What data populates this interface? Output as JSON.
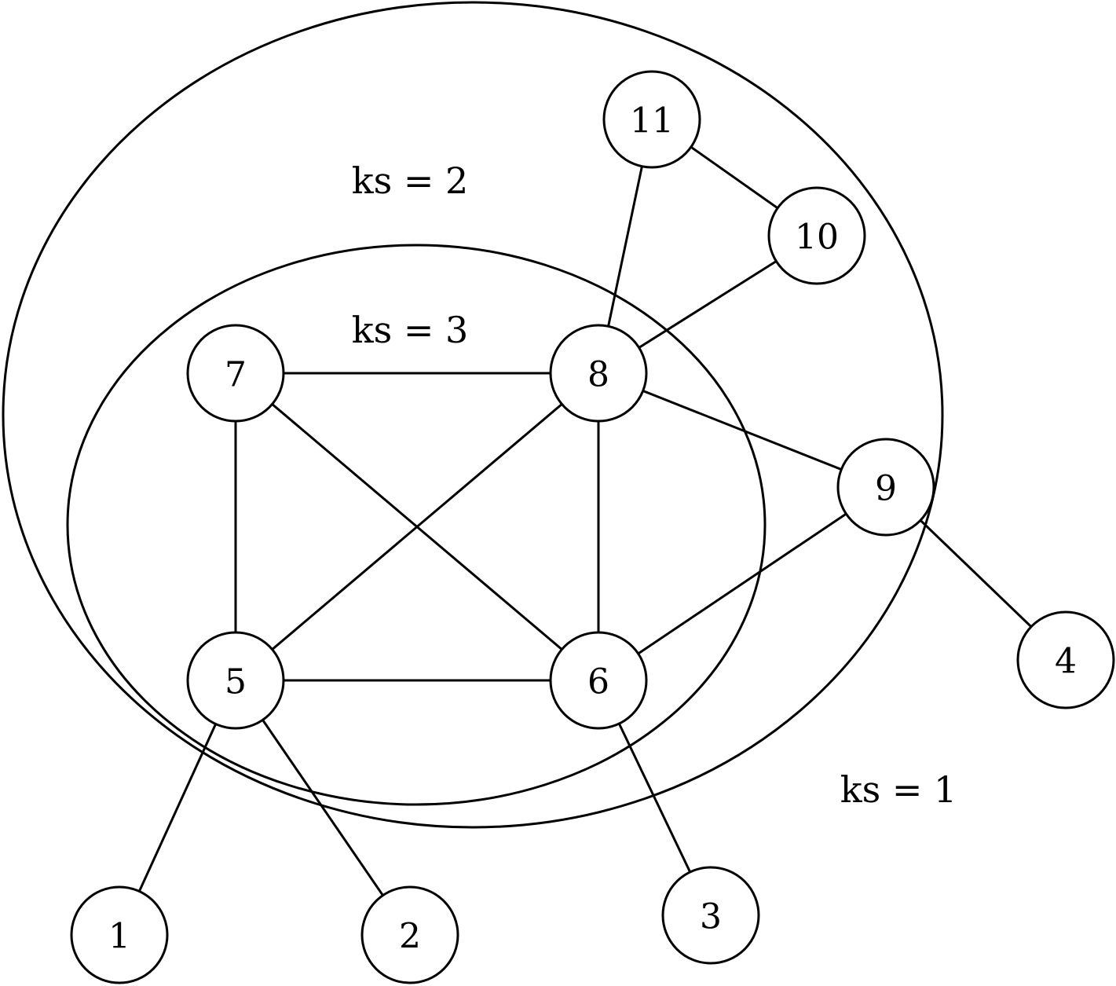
{
  "shell_labels": {
    "ks2": "ks = 2",
    "ks3": "ks = 3",
    "ks1": "ks = 1"
  },
  "nodes": [
    {
      "id": "1",
      "label": "1"
    },
    {
      "id": "2",
      "label": "2"
    },
    {
      "id": "3",
      "label": "3"
    },
    {
      "id": "4",
      "label": "4"
    },
    {
      "id": "5",
      "label": "5"
    },
    {
      "id": "6",
      "label": "6"
    },
    {
      "id": "7",
      "label": "7"
    },
    {
      "id": "8",
      "label": "8"
    },
    {
      "id": "9",
      "label": "9"
    },
    {
      "id": "10",
      "label": "10"
    },
    {
      "id": "11",
      "label": "11"
    }
  ],
  "edges": [
    [
      "7",
      "8"
    ],
    [
      "7",
      "5"
    ],
    [
      "7",
      "6"
    ],
    [
      "8",
      "5"
    ],
    [
      "8",
      "6"
    ],
    [
      "8",
      "9"
    ],
    [
      "8",
      "10"
    ],
    [
      "8",
      "11"
    ],
    [
      "5",
      "6"
    ],
    [
      "5",
      "1"
    ],
    [
      "5",
      "2"
    ],
    [
      "6",
      "9"
    ],
    [
      "6",
      "3"
    ],
    [
      "9",
      "4"
    ],
    [
      "10",
      "11"
    ]
  ]
}
